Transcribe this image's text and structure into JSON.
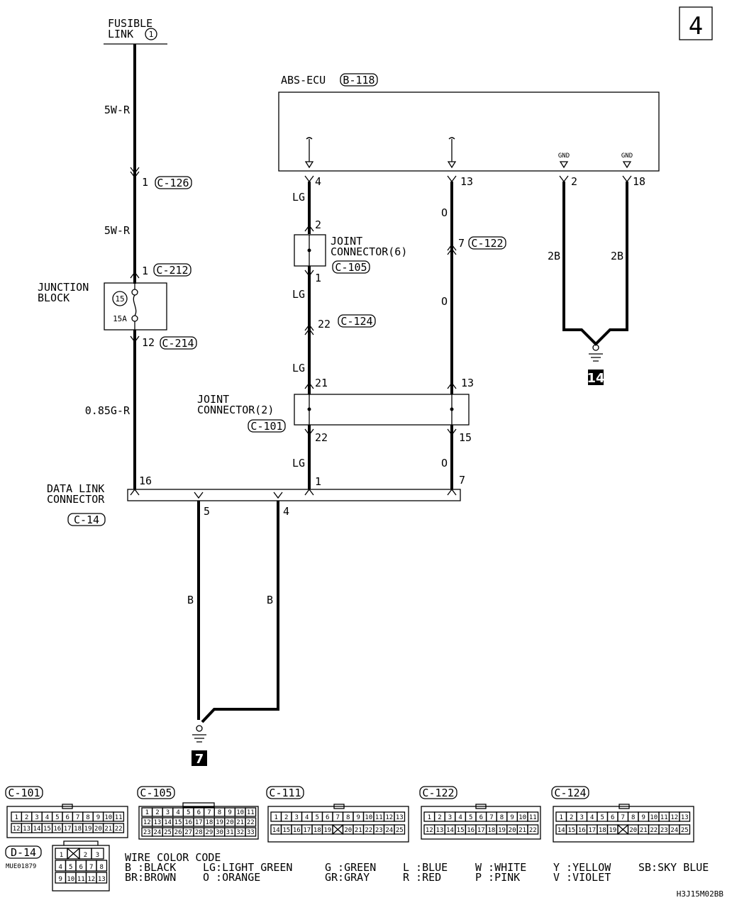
{
  "page_number": "4",
  "fusible_link": {
    "line1": "FUSIBLE",
    "line2": "LINK",
    "num": "1"
  },
  "ecu": {
    "label": "ABS-ECU",
    "connector": "B-118",
    "gnd1": "GND",
    "gnd2": "GND"
  },
  "wires": {
    "w1_color": "5W-R",
    "c126_pin": "1",
    "c126": "C-126",
    "w2_color": "5W-R",
    "c212_pin": "1",
    "c212": "C-212",
    "c214_pin": "12",
    "c214": "C-214",
    "w3_color": "0.85G-R",
    "ecu_pin4": "4",
    "ecu_pin13": "13",
    "ecu_pin2": "2",
    "ecu_pin18": "18",
    "lg": "LG",
    "o": "O",
    "b2": "2B",
    "b": "B",
    "c122_pin": "7",
    "c122": "C-122",
    "jc6_pin2": "2",
    "jc6_pin1": "1",
    "c124_pin": "22",
    "c124": "C-124",
    "jc2_pin21": "21",
    "jc2_pin13": "13",
    "jc2_pin22": "22",
    "jc2_pin15": "15",
    "dlc_pin16": "16",
    "dlc_pin1": "1",
    "dlc_pin7": "7",
    "dlc_pin5": "5",
    "dlc_pin4": "4"
  },
  "junction_block": {
    "line1": "JUNCTION",
    "line2": "BLOCK",
    "fuse_num": "15",
    "fuse_amp": "15A"
  },
  "joint_connector_6": {
    "line1": "JOINT",
    "line2": "CONNECTOR(6)",
    "connector": "C-105"
  },
  "joint_connector_2": {
    "line1": "JOINT",
    "line2": "CONNECTOR(2)",
    "connector": "C-101"
  },
  "data_link_connector": {
    "line1": "DATA LINK",
    "line2": "CONNECTOR",
    "connector": "C-14"
  },
  "grounds": {
    "g14": "14",
    "g7": "7"
  },
  "connector_views": {
    "c101": {
      "label": "C-101",
      "top": [
        "1",
        "2",
        "3",
        "4",
        "5",
        "6",
        "7",
        "8",
        "9",
        "10",
        "11"
      ],
      "bottom": [
        "12",
        "13",
        "14",
        "15",
        "16",
        "17",
        "18",
        "19",
        "20",
        "21",
        "22"
      ]
    },
    "c105": {
      "label": "C-105",
      "top": [
        "1",
        "2",
        "3",
        "4",
        "5",
        "6",
        "7",
        "8",
        "9",
        "10",
        "11"
      ],
      "bottom": [
        "12",
        "13",
        "14",
        "15",
        "16",
        "17",
        "18",
        "19",
        "20",
        "21",
        "22"
      ],
      "third": [
        "23",
        "24",
        "25",
        "26",
        "27",
        "28",
        "29",
        "30",
        "31",
        "32",
        "33"
      ]
    },
    "c111": {
      "label": "C-111",
      "top": [
        "1",
        "2",
        "3",
        "4",
        "5",
        "6",
        "7",
        "8",
        "9",
        "10",
        "11",
        "12",
        "13"
      ],
      "bottom": [
        "14",
        "15",
        "16",
        "17",
        "18",
        "19",
        "",
        "20",
        "21",
        "22",
        "23",
        "24",
        "25"
      ]
    },
    "c122": {
      "label": "C-122",
      "top": [
        "1",
        "2",
        "3",
        "4",
        "5",
        "6",
        "7",
        "8",
        "9",
        "10",
        "11"
      ],
      "bottom": [
        "12",
        "13",
        "14",
        "15",
        "16",
        "17",
        "18",
        "19",
        "20",
        "21",
        "22"
      ]
    },
    "c124": {
      "label": "C-124",
      "top": [
        "1",
        "2",
        "3",
        "4",
        "5",
        "6",
        "7",
        "8",
        "9",
        "10",
        "11",
        "12",
        "13"
      ],
      "bottom": [
        "14",
        "15",
        "16",
        "17",
        "18",
        "19",
        "",
        "20",
        "21",
        "22",
        "23",
        "24",
        "25"
      ]
    },
    "d14": {
      "label": "D-14",
      "row1": [
        "1",
        "",
        "2",
        "3"
      ],
      "row2": [
        "4",
        "5",
        "6",
        "7",
        "8"
      ],
      "row3": [
        "9",
        "10",
        "11",
        "12",
        "13"
      ]
    }
  },
  "figure_code": "MUE01879",
  "legend": {
    "title": "WIRE COLOR CODE",
    "row1": [
      "B :BLACK",
      "LG:LIGHT GREEN",
      "G :GREEN",
      "L :BLUE",
      "W :WHITE",
      "Y :YELLOW",
      "SB:SKY BLUE"
    ],
    "row2": [
      "BR:BROWN",
      "O :ORANGE",
      "GR:GRAY",
      "R :RED",
      "P :PINK",
      "V :VIOLET"
    ]
  },
  "diagram_code": "H3J15M02BB"
}
